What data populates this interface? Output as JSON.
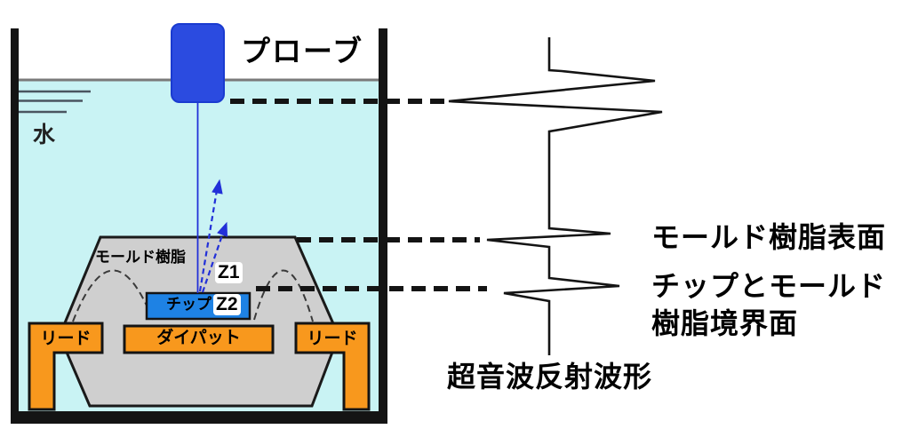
{
  "colors": {
    "probe_blue": "#2b4be0",
    "water_cyan": "#c9f3f4",
    "package_gray": "#cfcfcf",
    "metal_orange": "#f8981d",
    "chip_blue": "#1e82e4",
    "outline_black": "#141414",
    "beam_blue": "#2230d8"
  },
  "tank": {
    "water_label": "水"
  },
  "probe": {
    "label": "プローブ"
  },
  "package": {
    "mold_label": "モールド樹脂",
    "chip_label": "チップ",
    "die_pad_label": "ダイパット",
    "lead_left_label": "リード",
    "lead_right_label": "リード",
    "z1": "Z1",
    "z2": "Z2"
  },
  "annotations": {
    "mold_surface": "モールド樹脂表面",
    "chip_interface_line1": "チップとモールド",
    "chip_interface_line2": "樹脂境界面",
    "waveform_caption": "超音波反射波形"
  }
}
